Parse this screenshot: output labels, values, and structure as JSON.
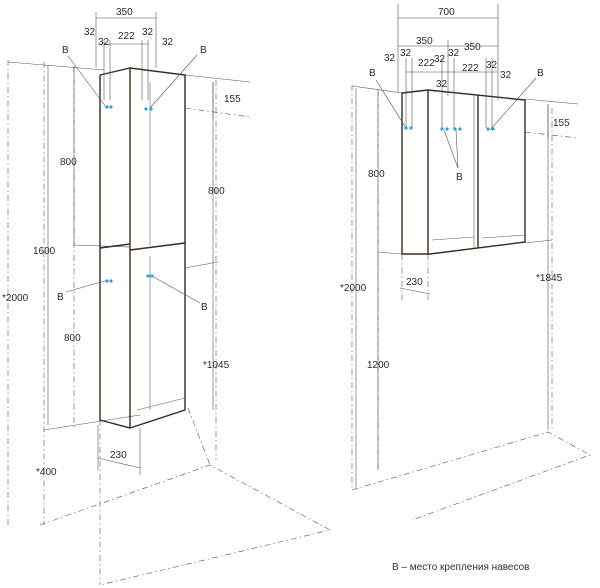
{
  "left_unit": {
    "top_dims": {
      "overall_width": "350",
      "side_a": "32",
      "side_b": "32",
      "center": "222",
      "side_c": "32",
      "side_d": "32"
    },
    "height_dims": {
      "total": "*2000",
      "to_shelf": "1600",
      "upper_door": "800",
      "lower_door": "800",
      "right_upper": "800",
      "right_bottom": "*1045",
      "top_offset": "155",
      "floor_offset": "*400"
    },
    "depth": "230",
    "labels": [
      "B",
      "B",
      "B",
      "B"
    ]
  },
  "right_unit": {
    "top_dims": {
      "overall_width": "700",
      "left_width": "350",
      "right_width": "350",
      "d1": "32",
      "d2": "32",
      "d3": "222",
      "d4": "32",
      "d5": "32",
      "d6": "222",
      "d7": "32",
      "d8": "32",
      "d9": "32"
    },
    "height_dims": {
      "total": "*2000",
      "door": "800",
      "floor": "1200",
      "right_height": "*1845",
      "top_offset": "155"
    },
    "depth": "230",
    "labels": [
      "B",
      "B",
      "B"
    ]
  },
  "legend": "B – место крепления навесов",
  "colors": {
    "mount_point": "#27a3d8",
    "outline": "#3a2a20"
  }
}
